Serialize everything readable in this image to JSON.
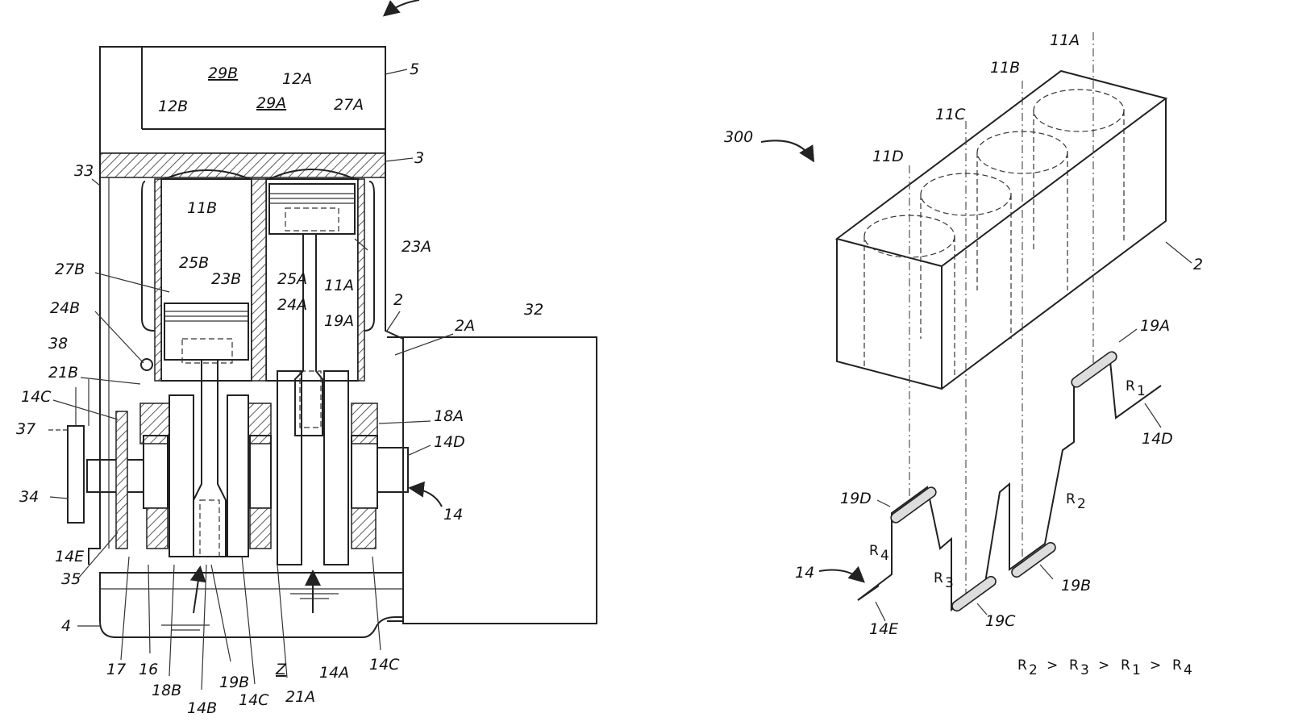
{
  "left_figure": {
    "labels": {
      "ref_5": "5",
      "ref_3": "3",
      "ref_33": "33",
      "ref_29B": "29B",
      "ref_29A": "29A",
      "ref_12A": "12A",
      "ref_12B": "12B",
      "ref_27A": "27A",
      "ref_11B": "11B",
      "ref_23A": "23A",
      "ref_27B": "27B",
      "ref_25B": "25B",
      "ref_23B": "23B",
      "ref_25A": "25A",
      "ref_11A": "11A",
      "ref_24B": "24B",
      "ref_24A": "24A",
      "ref_2": "2",
      "ref_19A": "19A",
      "ref_2A": "2A",
      "ref_32": "32",
      "ref_38": "38",
      "ref_21B": "21B",
      "ref_14C_left": "14C",
      "ref_18A": "18A",
      "ref_37": "37",
      "ref_14D": "14D",
      "ref_34": "34",
      "ref_14": "14",
      "ref_14E": "14E",
      "ref_35": "35",
      "ref_4": "4",
      "ref_17": "17",
      "ref_16": "16",
      "ref_18B": "18B",
      "ref_19B": "19B",
      "ref_Z": "Z",
      "ref_14A": "14A",
      "ref_14C_bottom_right": "14C",
      "ref_14B": "14B",
      "ref_14C_bottom": "14C",
      "ref_21A": "21A"
    }
  },
  "right_figure": {
    "labels": {
      "ref_300": "300",
      "ref_11A": "11A",
      "ref_11B": "11B",
      "ref_11C": "11C",
      "ref_11D": "11D",
      "ref_2": "2",
      "ref_19A": "19A",
      "ref_14D": "14D",
      "ref_19D": "19D",
      "ref_14": "14",
      "ref_14E": "14E",
      "ref_19C": "19C",
      "ref_19B": "19B",
      "ref_R1": "R",
      "ref_R2": "R",
      "ref_R3": "R",
      "ref_R4": "R",
      "sub_1": "1",
      "sub_2": "2",
      "sub_3": "3",
      "sub_4": "4"
    },
    "relation": {
      "r2": "R",
      "r2_sub": "2",
      "gt1": ">",
      "r3": "R",
      "r3_sub": "3",
      "gt2": ">",
      "r1": "R",
      "r1_sub": "1",
      "gt3": ">",
      "r4": "R",
      "r4_sub": "4"
    }
  }
}
